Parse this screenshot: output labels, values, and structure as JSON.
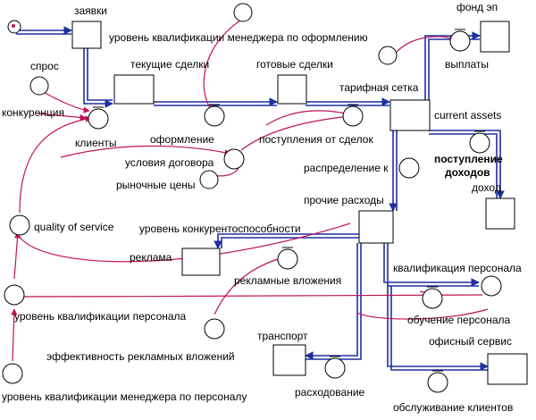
{
  "stocks": {
    "zayavki": "заявки",
    "tekushchie_sdelki": "текущие сделки",
    "gotovye_sdelki": "готовые сделки",
    "current_assets": "current assets",
    "fond_ep": "фонд эп",
    "dokhod": "доход",
    "prochie_raskhody": "прочие расходы",
    "reklama": "реклама",
    "transport": "транспорт",
    "ofisny_servis": "офисный сервис"
  },
  "flows": {
    "klienty": "клиенты",
    "oformlenie": "оформление",
    "postupleniya": "поступления от сделок",
    "vyplaty": "выплаты",
    "postuplenie_dokhodov": "поступление доходов",
    "raspredelenie": "распределение к",
    "reklamnye_vlozheniya": "рекламные вложения",
    "obuchenie": "обучение персонала",
    "raskhodovanie": "расходование",
    "obsluzhivanie": "обслуживание клиентов"
  },
  "auxiliaries": {
    "spros": "спрос",
    "konkurentsiya": "конкуренция",
    "uroven_menedzhera_oformlenie": "уровень квалификации менеджера по оформлению",
    "tarifnaya_setka": "тарифная сетка",
    "usloviya_dogovora": "условия договора",
    "rynochnye_tseny": "рыночные цены",
    "quality": "quality of service",
    "konkurentosposobnost": "уровень конкурентоспособности",
    "kvalifikatsiya_personala": "квалификация персонала",
    "uroven_personala": "уровень квалификации персонала",
    "effektivnost": "эффективность рекламных вложений",
    "uroven_menedzhera_personal": "уровень квалификации менеджера по персоналу"
  }
}
